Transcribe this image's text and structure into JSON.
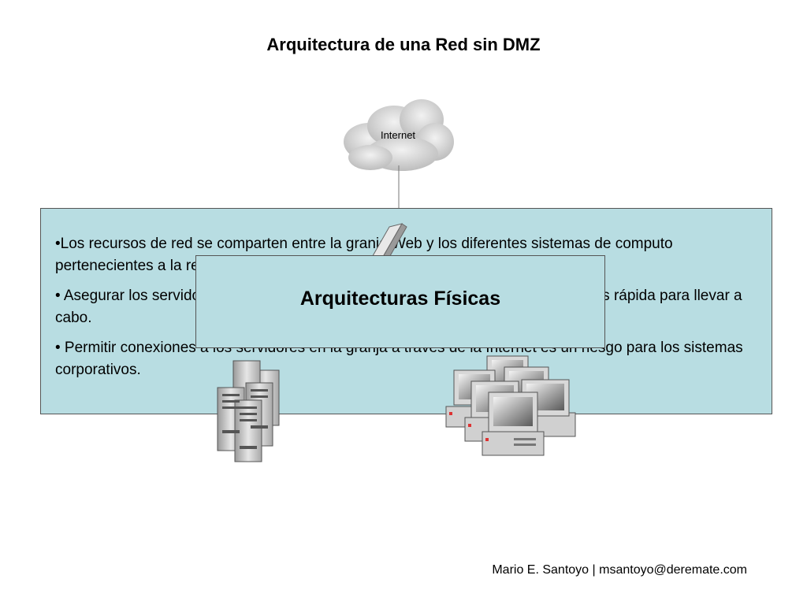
{
  "slide": {
    "title": "Arquitectura de una Red sin DMZ",
    "cloud_label": "Internet",
    "bullets": [
      "•Los recursos de red se comparten entre la granja Web y los diferentes sistemas de computo pertenecientes a la red corporativa.",
      "• Asegurar los servidores y sistemas de la red requiere una configuración no menos rápida para llevar a cabo.",
      "• Permitir conexiones a los servidores en la granja a través de la Internet es un riesgo para los sistemas corporativos."
    ],
    "overlay_title": "Arquitecturas Físicas",
    "footer": "Mario E. Santoyo | msantoyo@deremate.com"
  },
  "colors": {
    "panel": "#b8dde2",
    "panel_border": "#555555",
    "cloud": "#d9d9d9"
  },
  "icons": [
    "cloud-icon",
    "firewall-icon",
    "server-rack-icon",
    "desktop-pc-icon"
  ]
}
